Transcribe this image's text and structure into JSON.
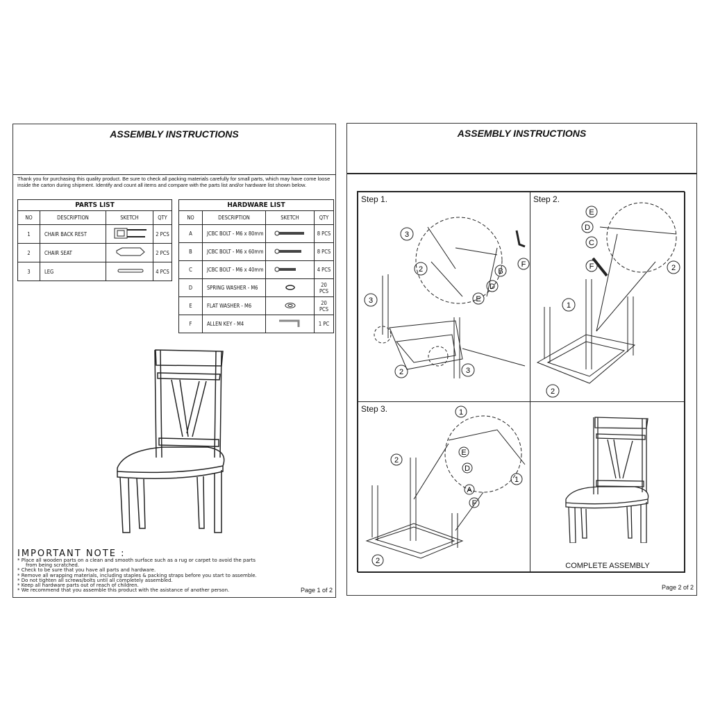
{
  "page1": {
    "title": "ASSEMBLY INSTRUCTIONS",
    "intro": "Thank you for purchasing this quality product.  Be sure to check all packing materials carefully for small parts, which may have come loose inside the carton during shipment.  Identify and count all items and compare with the parts list and/or hardware list shown below.",
    "parts_list": {
      "title": "PARTS LIST",
      "headers": [
        "NO",
        "DESCRIPTION",
        "SKETCH",
        "QTY"
      ],
      "rows": [
        {
          "no": "1",
          "desc": "CHAIR BACK REST",
          "qty": "2 PCS"
        },
        {
          "no": "2",
          "desc": "CHAIR SEAT",
          "qty": "2 PCS"
        },
        {
          "no": "3",
          "desc": "LEG",
          "qty": "4 PCS"
        }
      ]
    },
    "hardware_list": {
      "title": "HARDWARE LIST",
      "headers": [
        "NO",
        "DESCRIPTION",
        "SKETCH",
        "QTY"
      ],
      "rows": [
        {
          "no": "A",
          "desc": "JCBC BOLT - M6 x 80mm",
          "qty": "8 PCS"
        },
        {
          "no": "B",
          "desc": "JCBC BOLT - M6 x 60mm",
          "qty": "8 PCS"
        },
        {
          "no": "C",
          "desc": "JCBC BOLT - M6 x 40mm",
          "qty": "4 PCS"
        },
        {
          "no": "D",
          "desc": "SPRING WASHER - M6",
          "qty": "20 PCS"
        },
        {
          "no": "E",
          "desc": "FLAT WASHER - M6",
          "qty": "20 PCS"
        },
        {
          "no": "F",
          "desc": "ALLEN KEY - M4",
          "qty": "1 PC"
        }
      ]
    },
    "important_note": {
      "title": "IMPORTANT NOTE :",
      "items": [
        "* Place all wooden parts on a clean and smooth surface such as a rug or carpet to avoid the parts",
        "     from being scratched.",
        "* Check to be sure  that you have all parts and hardware.",
        "* Remove all wrapping materials, including staples & packing straps before you start to assemble.",
        "* Do not tighten all screws/bolts until all completely assembled.",
        "* Keep all hardware parts out of reach of children.",
        "* We recommend that you assemble this product with the asistance of another person."
      ]
    },
    "page_number": "Page 1 of 2"
  },
  "page2": {
    "title": "ASSEMBLY INSTRUCTIONS",
    "steps": [
      {
        "label": "Step 1.",
        "callouts": [
          "3",
          "2",
          "3",
          "2",
          "3",
          "B",
          "F",
          "D",
          "E"
        ]
      },
      {
        "label": "Step 2.",
        "callouts": [
          "E",
          "D",
          "C",
          "F",
          "2",
          "1",
          "2"
        ]
      },
      {
        "label": "Step 3.",
        "callouts": [
          "1",
          "E",
          "D",
          "A",
          "F",
          "2",
          "1",
          "2"
        ]
      }
    ],
    "complete_label": "COMPLETE ASSEMBLY",
    "page_number": "Page 2 of 2"
  }
}
